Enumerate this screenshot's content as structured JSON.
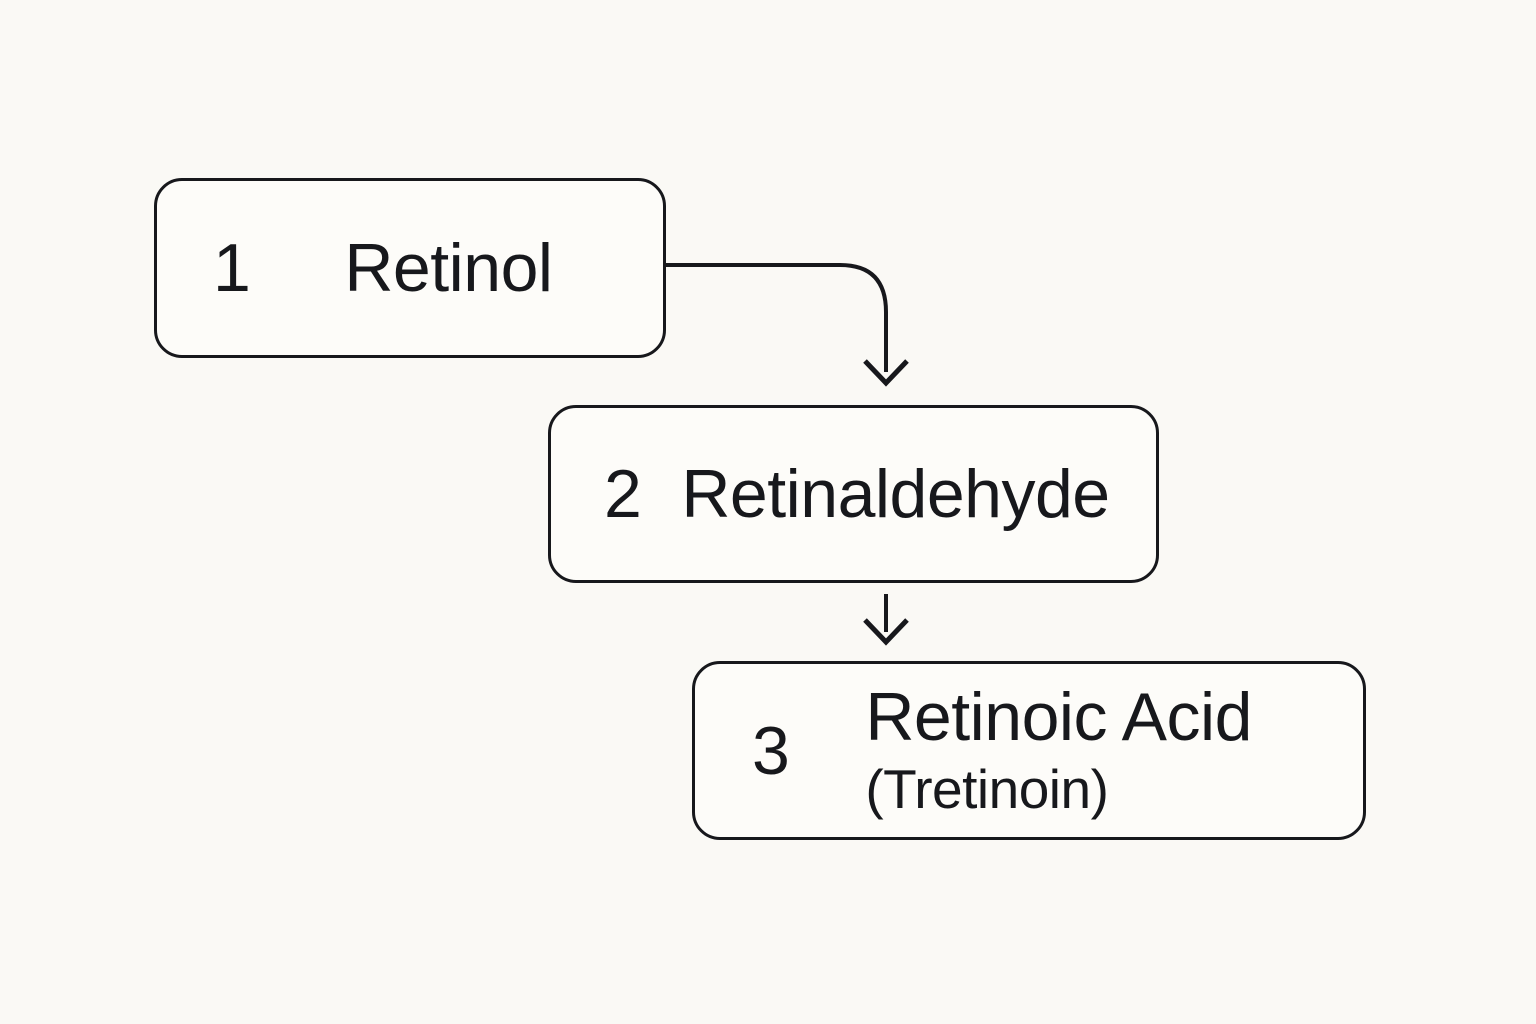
{
  "diagram": {
    "description": "Three-step conversion pathway flowchart",
    "nodes": [
      {
        "number": "1",
        "label": "Retinol"
      },
      {
        "number": "2",
        "label": "Retinaldehyde"
      },
      {
        "number": "3",
        "label": "Retinoic Acid",
        "sublabel": "(Tretinoin)"
      }
    ],
    "connections": [
      {
        "from": "Retinol",
        "to": "Retinaldehyde",
        "style": "elbow-arrow"
      },
      {
        "from": "Retinaldehyde",
        "to": "Retinoic Acid (Tretinoin)",
        "style": "straight-arrow"
      }
    ],
    "colors": {
      "background": "#faf9f5",
      "box_fill": "#fdfcf9",
      "stroke": "#17181c",
      "text": "#17181c"
    }
  }
}
